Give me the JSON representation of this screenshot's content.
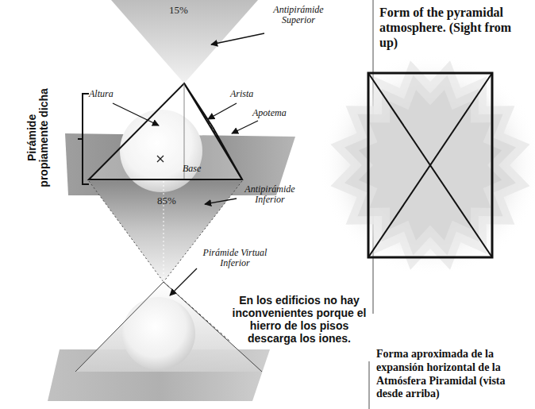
{
  "diagram": {
    "title": "Form of the pyramidal atmosphere. (Sight from up)",
    "caption": "Forma aproximada de la expansión horizontal de la Atmósfera Piramidal (vista desde arriba)",
    "labels": [
      "15%",
      "Antipirámide Superior",
      "Pirámide propiamente dicha",
      "Altura",
      "Arista",
      "Apotema",
      "Base",
      "85%",
      "Antipirámide Inferior",
      "Pirámide Virtual Inferior",
      "En los edificios no hay inconvenientes porque el hierro de los pisos descarga los iones."
    ]
  }
}
